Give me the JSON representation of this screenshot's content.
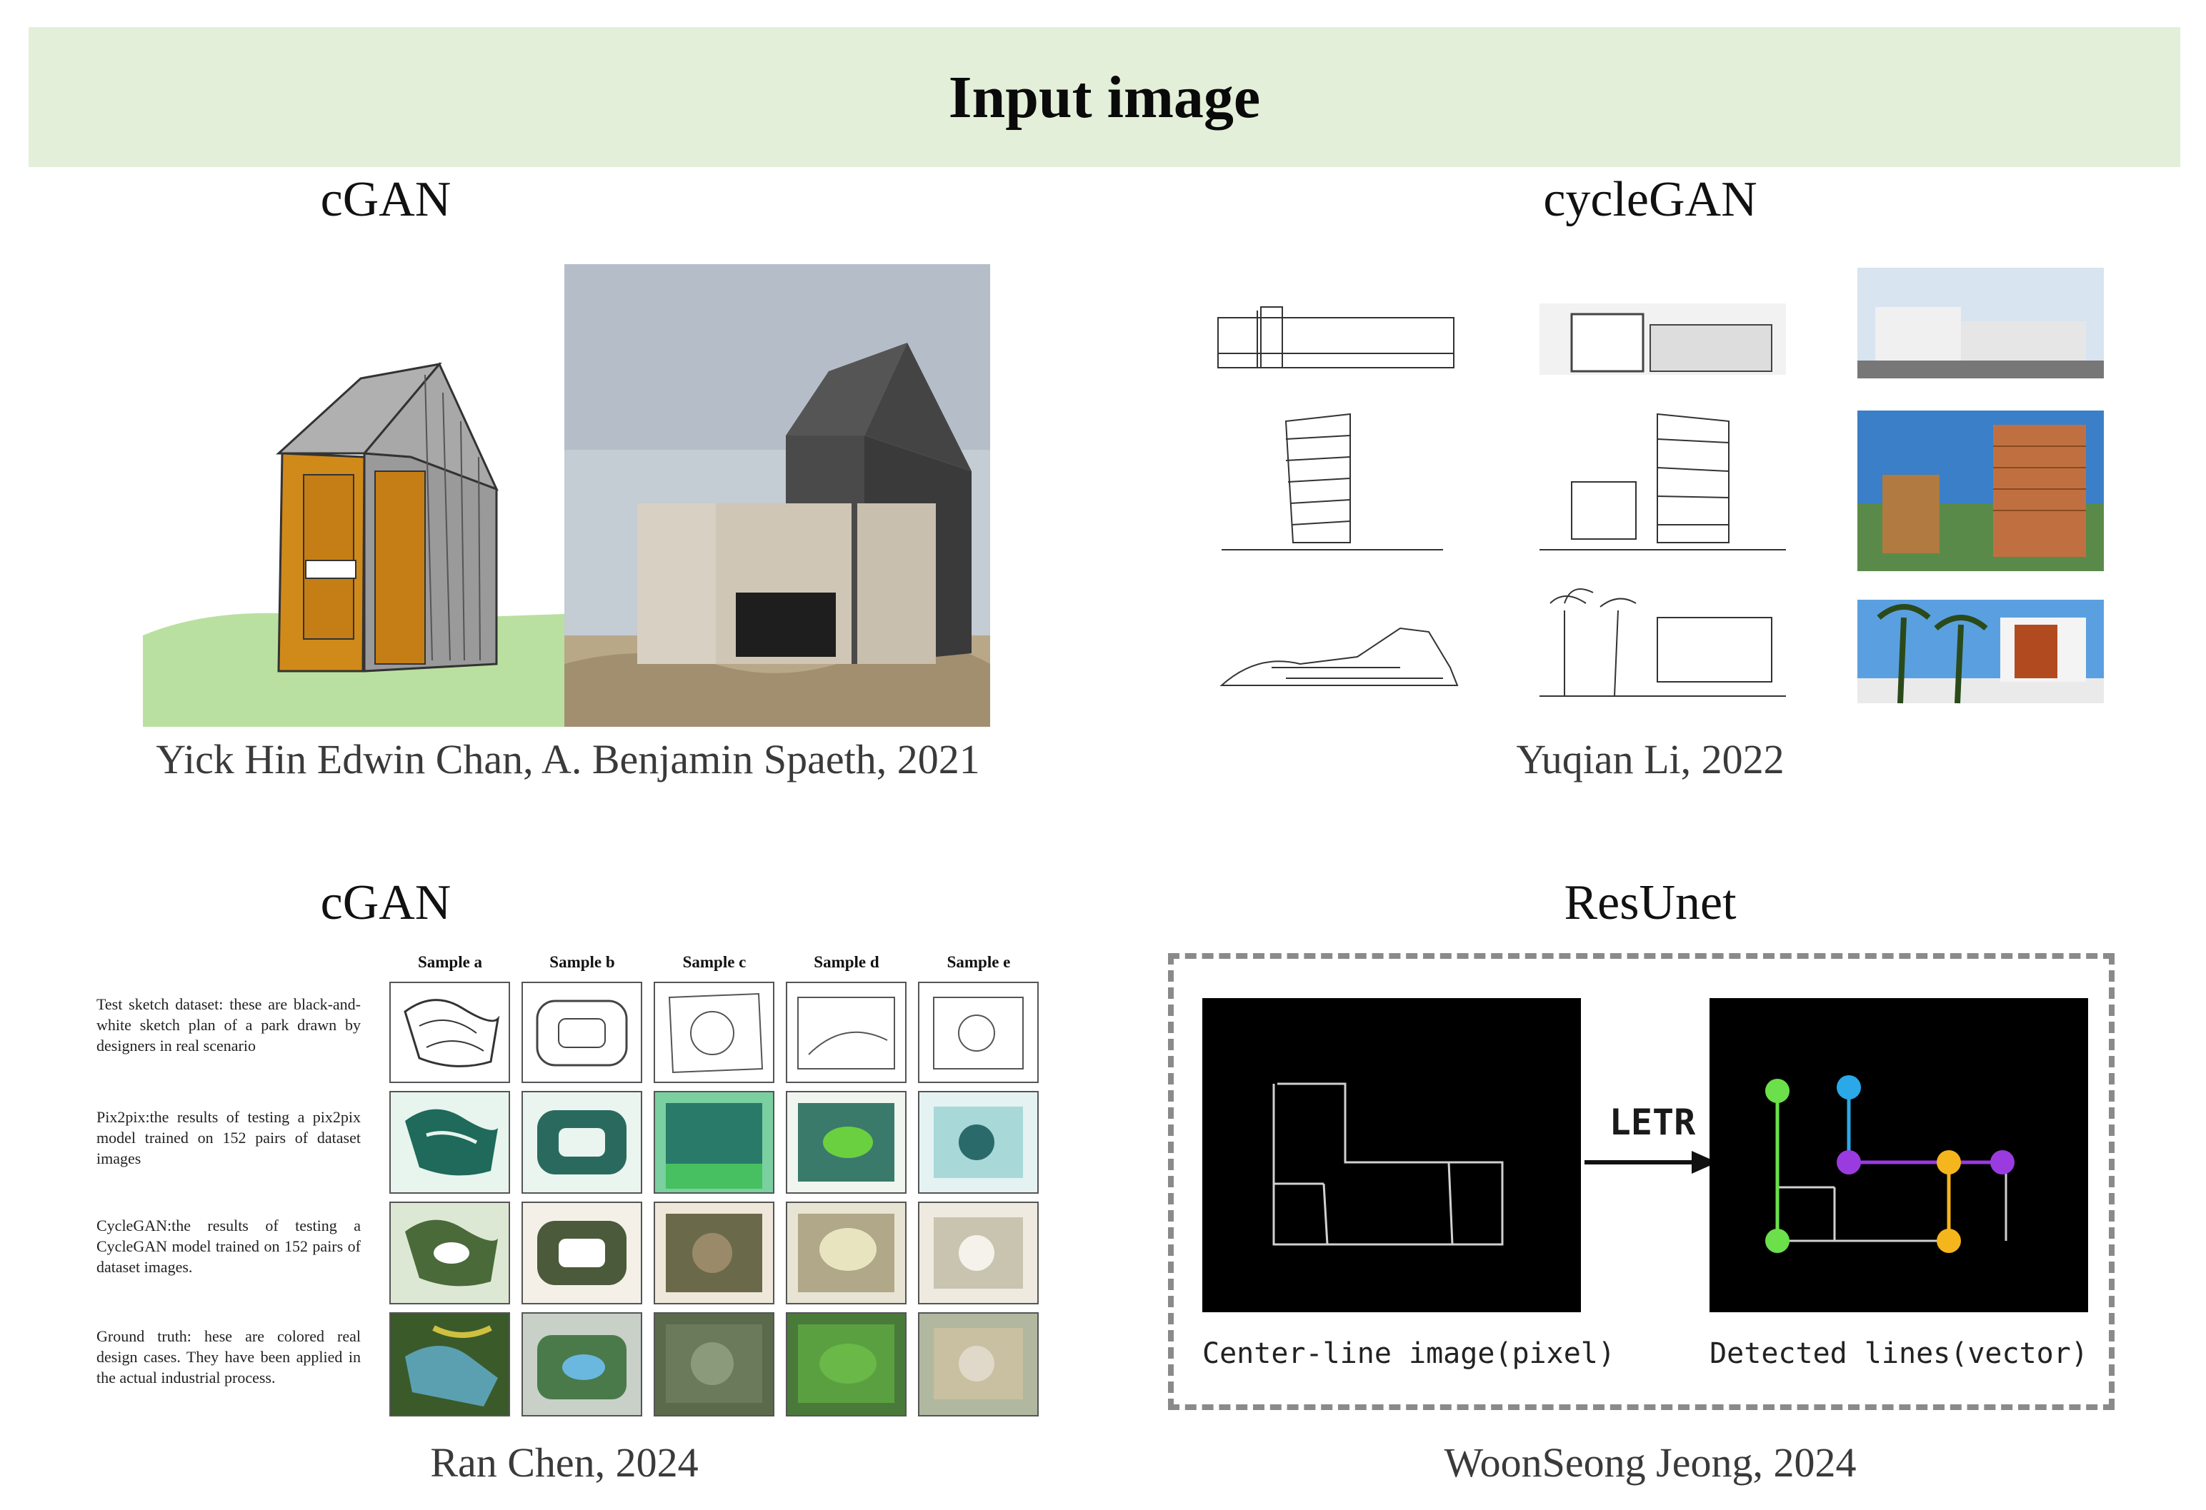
{
  "banner": {
    "title": "Input image"
  },
  "panels": [
    {
      "method": "cGAN",
      "credit": "Yick Hin Edwin Chan, A. Benjamin Spaeth, 2021"
    },
    {
      "method": "cycleGAN",
      "credit": "Yuqian Li, 2022"
    },
    {
      "method": "cGAN",
      "credit": "Ran Chen, 2024"
    },
    {
      "method": "ResUnet",
      "credit": "WoonSeong Jeong, 2024"
    }
  ],
  "ran_chen_table": {
    "columns": [
      "Sample a",
      "Sample b",
      "Sample c",
      "Sample d",
      "Sample e"
    ],
    "rows": [
      {
        "desc": "Test sketch dataset: these are black-and-white sketch plan of a park drawn by designers in real scenario"
      },
      {
        "desc": "Pix2pix:the results of testing a pix2pix model trained on 152 pairs of dataset images"
      },
      {
        "desc": "CycleGAN:the results of testing a CycleGAN model trained on 152 pairs of dataset images."
      },
      {
        "desc": "Ground truth: hese are colored real design cases. They have been applied in the actual industrial process."
      }
    ]
  },
  "resunet": {
    "arrow_label": "LETR",
    "left_caption": "Center-line image(pixel)",
    "right_caption": "Detected lines(vector)",
    "colors": {
      "green": "#6be04a",
      "cyan": "#2aa8e8",
      "purple": "#9a3be0",
      "orange": "#f5b51c"
    }
  }
}
